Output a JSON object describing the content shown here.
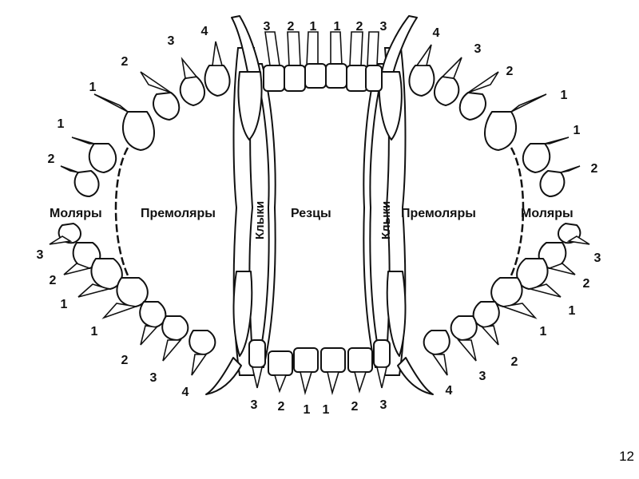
{
  "diagram": {
    "labels": {
      "molars_left": "Моляры",
      "premolars_left": "Премоляры",
      "canines_left": "Клыки",
      "incisors": "Резцы",
      "canines_right": "Клыки",
      "premolars_right": "Премоляры",
      "molars_right": "Моляры"
    },
    "upper_numbers_left": [
      "2",
      "1",
      "1",
      "2",
      "3",
      "4"
    ],
    "upper_numbers_center": [
      "3",
      "2",
      "1",
      "1",
      "2",
      "3"
    ],
    "upper_numbers_right": [
      "4",
      "3",
      "2",
      "1",
      "1",
      "2"
    ],
    "lower_numbers_left": [
      "3",
      "2",
      "1",
      "1",
      "2",
      "3",
      "4"
    ],
    "lower_numbers_center": [
      "3",
      "2",
      "1",
      "1",
      "2",
      "3"
    ],
    "lower_numbers_right": [
      "4",
      "3",
      "2",
      "1",
      "1",
      "2",
      "3"
    ]
  },
  "slide_number": "12"
}
